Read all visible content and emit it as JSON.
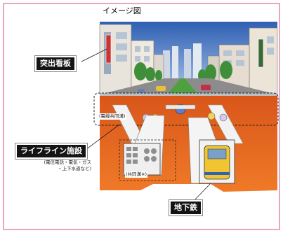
{
  "caption": "イメージ図",
  "labels": {
    "signboard": "突出看板",
    "lifeline": "ライフライン施設",
    "lifeline_note_1": "(電信電話・電気・ガス",
    "lifeline_note_2": "・上下水道など)",
    "cable_conduit": "(電線共同溝)",
    "utility_tunnel": "(共同溝※)",
    "subway": "地下鉄"
  },
  "colors": {
    "frame": "#e8a6bf",
    "sky": "#3f6fbf",
    "earth": "#e0611b",
    "label_bg": "#141414"
  }
}
